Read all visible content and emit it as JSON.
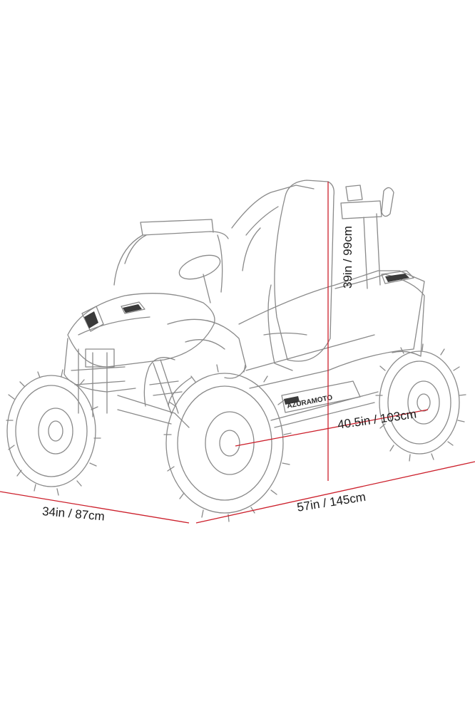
{
  "colors": {
    "background": "#ffffff",
    "sketch_stroke": "#8a8a8a",
    "dimension_line": "#cc1f2b",
    "label_text": "#1a1a1a"
  },
  "vehicle": {
    "decal_text": "AZURAMOTO"
  },
  "dimensions": {
    "width": {
      "label": "34in / 87cm"
    },
    "length": {
      "label": "57in / 145cm"
    },
    "wheelbase": {
      "label": "40.5in / 103cm"
    },
    "height": {
      "label": "39in / 99cm"
    }
  }
}
